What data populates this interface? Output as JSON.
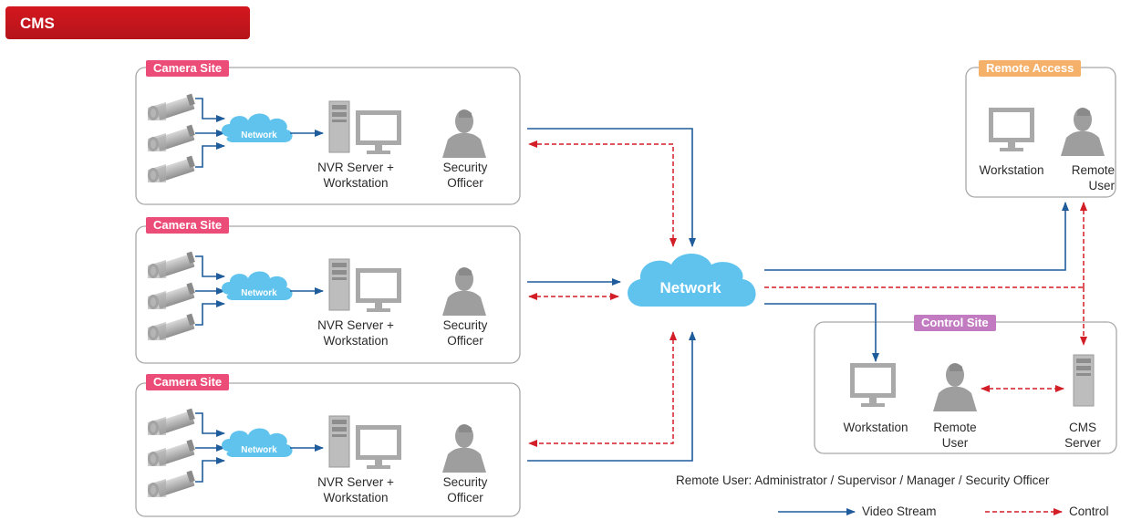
{
  "header": {
    "title": "CMS"
  },
  "camera_sites": [
    {
      "tag": "Camera Site",
      "cloud_label": "Network",
      "nvr_label": "NVR Server +\nWorkstation",
      "officer_label": "Security\nOfficer"
    },
    {
      "tag": "Camera Site",
      "cloud_label": "Network",
      "nvr_label": "NVR Server +\nWorkstation",
      "officer_label": "Security\nOfficer"
    },
    {
      "tag": "Camera Site",
      "cloud_label": "Network",
      "nvr_label": "NVR Server +\nWorkstation",
      "officer_label": "Security\nOfficer"
    }
  ],
  "central_network": {
    "label": "Network"
  },
  "remote_access": {
    "tag": "Remote Access",
    "workstation_label": "Workstation",
    "user_label": "Remote\nUser"
  },
  "control_site": {
    "tag": "Control Site",
    "workstation_label": "Workstation",
    "user_label": "Remote\nUser",
    "server_label": "CMS\nServer"
  },
  "note": "Remote User: Administrator / Supervisor / Manager / Security Officer",
  "legend": {
    "video": "Video Stream",
    "control": "Control"
  },
  "colors": {
    "video_stream": "#1f5c9c",
    "control": "#d21f27",
    "cloud": "#5fc3ee",
    "device": "#a8a8a8",
    "header": "#c8161d"
  }
}
